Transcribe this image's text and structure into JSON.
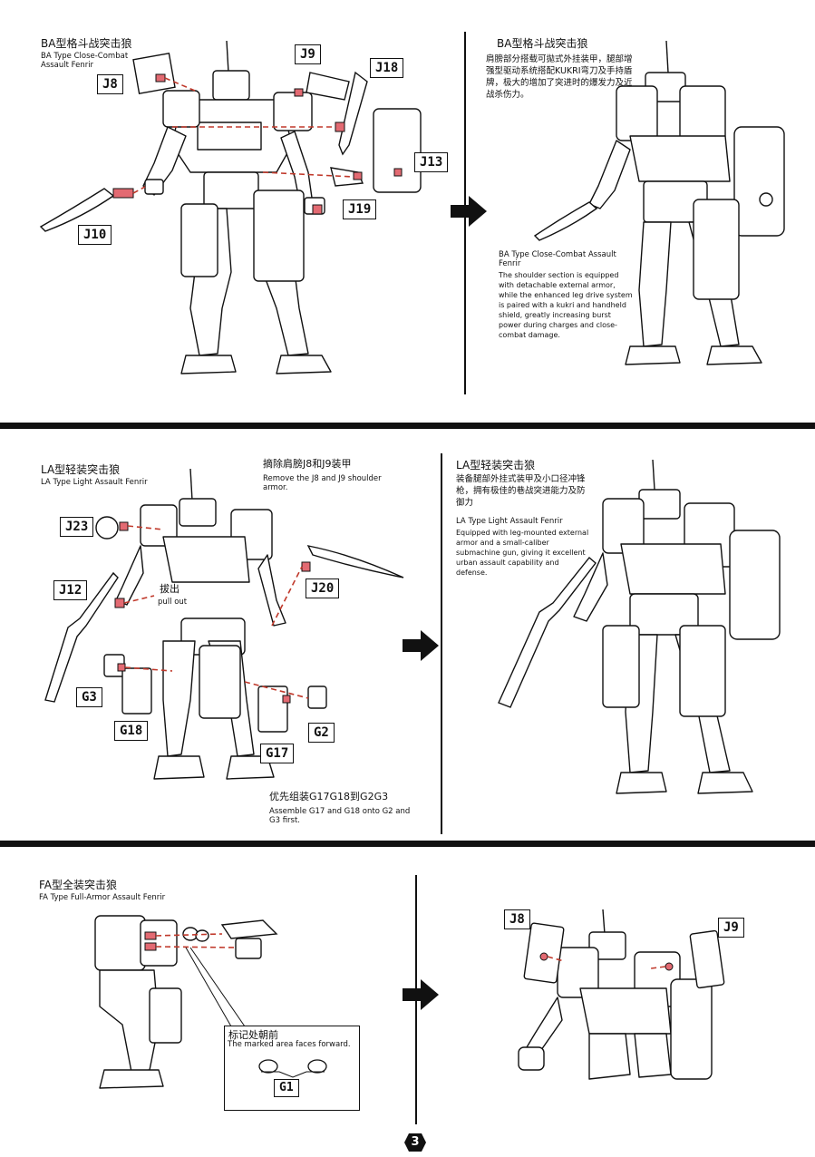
{
  "colors": {
    "ink": "#111111",
    "accent": "#e36a72",
    "paper": "#ffffff"
  },
  "section1": {
    "title_cn": "BA型格斗战突击狼",
    "title_en_1": "BA Type Close-Combat",
    "title_en_2": "Assault Fenrir",
    "right_title_cn": "BA型格斗战突击狼",
    "desc_cn": "肩膀部分搭载可拋式外挂装甲，腿部增强型驱动系统搭配KUKRI弯刀及手持盾牌，极大的增加了突进时的爆发力及近战杀伤力。",
    "right_title_en": "BA Type Close-Combat Assault Fenrir",
    "desc_en": "The shoulder section is equipped with detachable external armor, while the enhanced leg drive system is paired with a kukri and handheld shield, greatly increasing burst power during charges and close-combat damage.",
    "tags": [
      "J8",
      "J9",
      "J18",
      "J13",
      "J10",
      "J19"
    ]
  },
  "section2": {
    "title_cn": "LA型轻装突击狼",
    "title_en": "LA Type Light Assault Fenrir",
    "note_remove_cn": "摘除肩膀J8和J9装甲",
    "note_remove_en": "Remove the J8 and J9 shoulder armor.",
    "pull_cn": "拔出",
    "pull_en": "pull out",
    "note_assemble_cn": "优先组装G17G18到G2G3",
    "note_assemble_en": "Assemble G17 and G18 onto G2 and G3 first.",
    "right_title_cn": "LA型轻装突击狼",
    "desc_cn": "装备腿部外挂式装甲及小口径冲锋枪，拥有极佳的巷战突进能力及防御力",
    "right_title_en": "LA Type Light Assault Fenrir",
    "desc_en": "Equipped with leg-mounted external armor and a small-caliber submachine gun, giving it excellent urban assault capability and defense.",
    "tags": [
      "J23",
      "J12",
      "J20",
      "G3",
      "G18",
      "G17",
      "G2"
    ]
  },
  "section3": {
    "title_cn": "FA型全装突击狼",
    "title_en": "FA Type Full-Armor Assault Fenrir",
    "callout_cn": "标记处朝前",
    "callout_en": "The marked area faces forward.",
    "tags": [
      "G1",
      "J8",
      "J9"
    ]
  },
  "page_number": "3"
}
